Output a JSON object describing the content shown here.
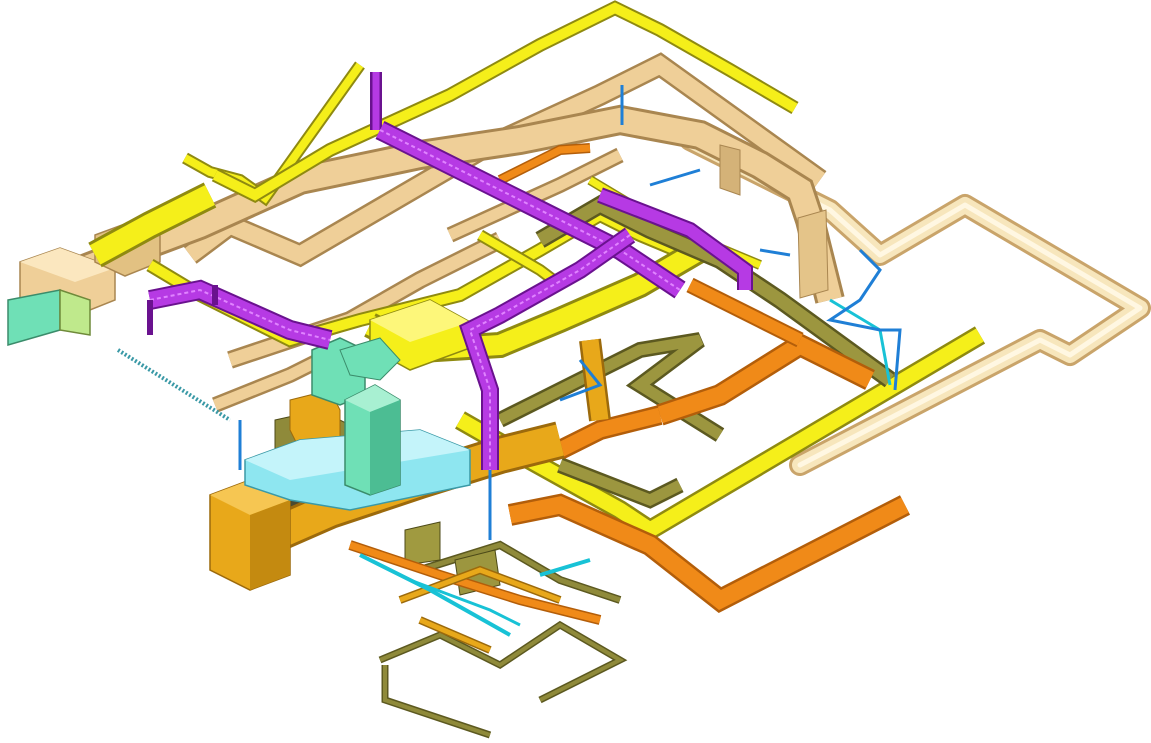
{
  "scene": {
    "view": "isometric",
    "description_visible_text": "",
    "systems": [
      {
        "name": "yellow-duct",
        "color": "#f5ef1a"
      },
      {
        "name": "tan-duct",
        "color": "#efcf98"
      },
      {
        "name": "purple-pipe-bundle",
        "color": "#a52bd6"
      },
      {
        "name": "orange-duct",
        "color": "#f08a18"
      },
      {
        "name": "gold-duct",
        "color": "#e8a81a"
      },
      {
        "name": "olive-duct",
        "color": "#8f8a3a"
      },
      {
        "name": "cyan-duct",
        "color": "#8ee6f0"
      },
      {
        "name": "teal-equipment",
        "color": "#6fe0b6"
      },
      {
        "name": "blue-pipe",
        "color": "#1f7fd6"
      },
      {
        "name": "light-yellow-pipe",
        "color": "#f1e4a6"
      }
    ]
  }
}
